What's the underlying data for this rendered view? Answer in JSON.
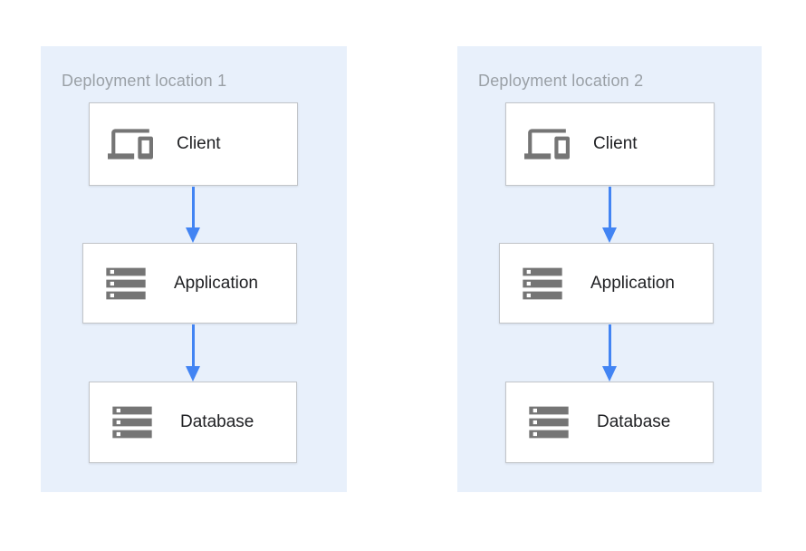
{
  "colors": {
    "panel_bg": "#E8F0FB",
    "box_border": "#C2C5C9",
    "title_text": "#9AA0A6",
    "node_text": "#202124",
    "icon_gray": "#757575",
    "arrow_blue": "#4284F3"
  },
  "panels": [
    {
      "title": "Deployment location 1",
      "nodes": [
        {
          "label": "Client",
          "icon": "devices-icon"
        },
        {
          "label": "Application",
          "icon": "storage-icon"
        },
        {
          "label": "Database",
          "icon": "storage-icon"
        }
      ],
      "arrows": [
        {
          "from": "Client",
          "to": "Application"
        },
        {
          "from": "Application",
          "to": "Database"
        }
      ]
    },
    {
      "title": "Deployment location 2",
      "nodes": [
        {
          "label": "Client",
          "icon": "devices-icon"
        },
        {
          "label": "Application",
          "icon": "storage-icon"
        },
        {
          "label": "Database",
          "icon": "storage-icon"
        }
      ],
      "arrows": [
        {
          "from": "Client",
          "to": "Application"
        },
        {
          "from": "Application",
          "to": "Database"
        }
      ]
    }
  ]
}
